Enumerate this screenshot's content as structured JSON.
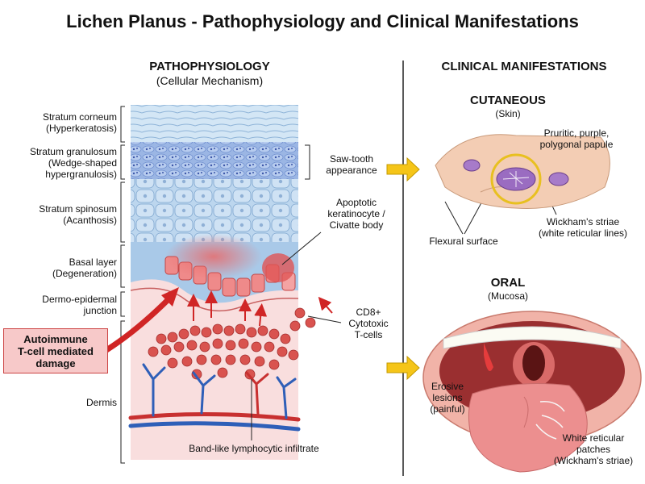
{
  "title": "Lichen Planus - Pathophysiology and Clinical Manifestations",
  "pathophysiology": {
    "heading": "PATHOPHYSIOLOGY",
    "subheading": "(Cellular Mechanism)",
    "layers": [
      {
        "name": "Stratum corneum",
        "note": "(Hyperkeratosis)"
      },
      {
        "name": "Stratum granulosum",
        "note": "(Wedge-shaped",
        "note2": "hypergranulosis)"
      },
      {
        "name": "Stratum spinosum",
        "note": "(Acanthosis)"
      },
      {
        "name": "Basal layer",
        "note": "(Degeneration)"
      },
      {
        "name": "Dermo-epidermal",
        "note": "junction"
      },
      {
        "name": "Dermis"
      }
    ],
    "autoimmune": [
      "Autoimmune",
      "T-cell mediated",
      "damage"
    ],
    "sawtooth": [
      "Saw-tooth",
      "appearance"
    ],
    "apoptotic": [
      "Apoptotic",
      "keratinocyte /",
      "Civatte body"
    ],
    "cd8": [
      "CD8+",
      "Cytotoxic",
      "T-cells"
    ],
    "infiltrate": "Band-like lymphocytic infiltrate"
  },
  "clinical": {
    "heading": "CLINICAL MANIFESTATIONS",
    "cutaneous": {
      "heading": "CUTANEOUS",
      "sub": "(Skin)",
      "papule": [
        "Pruritic, purple,",
        "polygonal papule"
      ],
      "flexural": "Flexural surface",
      "striae": [
        "Wickham's striae",
        "(white reticular lines)"
      ]
    },
    "oral": {
      "heading": "ORAL",
      "sub": "(Mucosa)",
      "erosive": [
        "Erosive",
        "lesions",
        "(painful)"
      ],
      "patches": [
        "White reticular",
        "patches",
        "(Wickham's striae)"
      ]
    }
  },
  "colors": {
    "epidermis_blue": "#a9c9e8",
    "granulosum_blue": "#6f8fcf",
    "inflamed_red": "#e05555",
    "lymphocyte": "#d9534f",
    "dermis_pink": "#f9dede",
    "arrow_yellow": "#f5c518",
    "skin": "#f3cdb4"
  }
}
